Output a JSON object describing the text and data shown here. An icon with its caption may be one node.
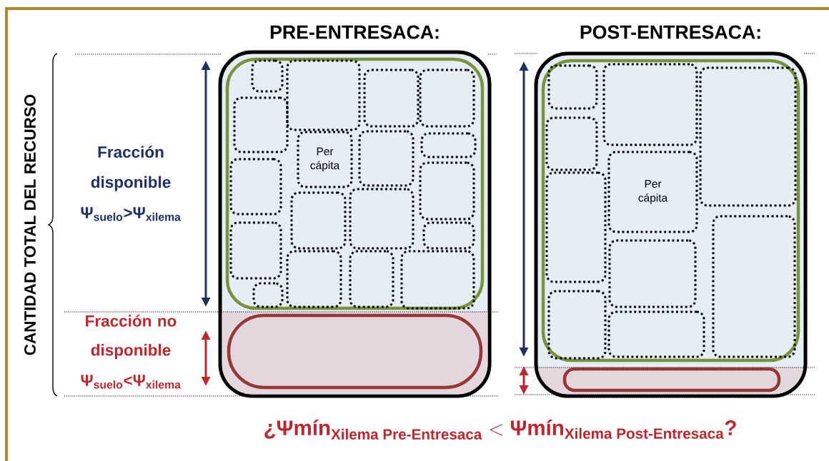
{
  "diagram": {
    "nodes": [
      {
        "text": [
          "PRE-ENTRESACA:"
        ]
      },
      {
        "text": [],
        "shape": "box",
        "in": 0
      },
      {
        "text": [],
        "shape": "box",
        "in": 1
      },
      {
        "text": [],
        "shape": "box",
        "in": 1
      },
      {
        "text": [],
        "shape": "box",
        "in": 1
      },
      {
        "text": [],
        "shape": "box",
        "in": 1
      },
      {
        "text": [],
        "shape": "box",
        "in": 1
      },
      {
        "text": [],
        "shape": "box",
        "in": 1
      },
      {
        "text": [
          "Per cápita"
        ],
        "in": 1
      },
      {
        "text": [],
        "shape": "box",
        "in": 1
      },
      {
        "text": [],
        "shape": "box",
        "in": 1
      },
      {
        "text": [],
        "shape": "box",
        "in": 1
      },
      {
        "text": [],
        "shape": "box",
        "in": 1
      },
      {
        "text": [],
        "shape": "box",
        "in": 1
      },
      {
        "text": [],
        "shape": "box",
        "in": 1
      },
      {
        "text": [],
        "shape": "box",
        "in": 1
      },
      {
        "text": [],
        "shape": "box",
        "in": 1
      },
      {
        "text": [],
        "shape": "box",
        "in": 1
      },
      {
        "text": [],
        "shape": "box",
        "in": 1
      },
      {
        "text": [],
        "shape": "box",
        "in": 1
      },
      {
        "text": [],
        "shape": "box",
        "in": 0
      },
      {
        "text": [
          "POST-ENTRESACA:"
        ]
      },
      {
        "text": [],
        "shape": "box",
        "in": 21
      },
      {
        "text": [],
        "shape": "box",
        "in": 22
      },
      {
        "text": [],
        "shape": "box",
        "in": 22
      },
      {
        "text": [],
        "shape": "box",
        "in": 22
      },
      {
        "text": [],
        "shape": "box",
        "in": 22
      },
      {
        "text": [
          "Per cápita"
        ],
        "in": 22
      },
      {
        "text": [],
        "shape": "box",
        "in": 22
      },
      {
        "text": [],
        "shape": "box",
        "in": 22
      },
      {
        "text": [],
        "shape": "box",
        "in": 22
      },
      {
        "text": [],
        "shape": "box",
        "in": 22
      },
      {
        "text": [],
        "shape": "box",
        "in": 22
      },
      {
        "text": [],
        "shape": "box",
        "in": 21
      }
    ],
    "labels": [
      "CANTIDAD TOTAL DEL RECURSO",
      "Fracción disponible",
      "Ψ$_{suelo}$>Ψ$_{xilema}$",
      "Fracción no disponible",
      "Ψ$_{suelo}$<Ψ$_{xilema}$",
      "\\text{¿Ψmín}_{\\text{Xilema Pre-Entresaca}} < \\text{Ψmín}_{\\text{Xilema Post-Entresaca}}\\text{?}"
    ]
  }
}
